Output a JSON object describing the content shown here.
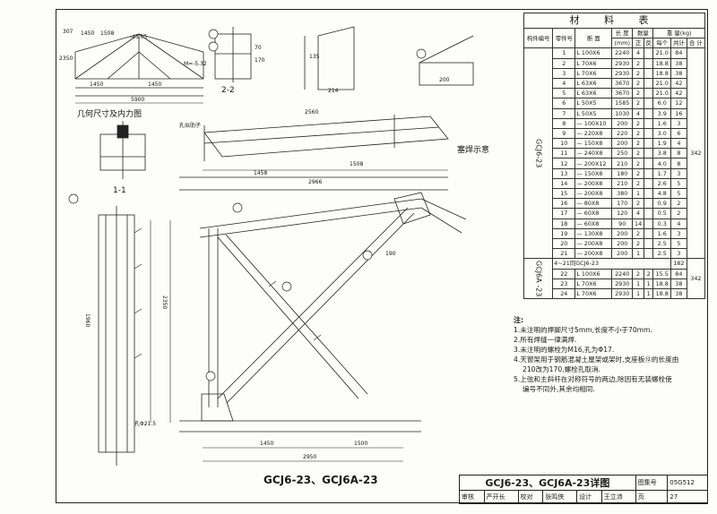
{
  "watermark": "",
  "drawing_title": "GCJ6-23、GCJ6A-23",
  "views": {
    "geometry_title": "几何尺寸及内力图",
    "section_1_1": "1-1",
    "section_2_2": "2-2",
    "plug_weld": "塞焊示意",
    "rib_note": "孔似肋子"
  },
  "material_table": {
    "title": "材 料 表",
    "headers": {
      "no_label": "构件编号",
      "part_label": "零件号",
      "section": "断 面",
      "length": "长 度",
      "length_unit": "(mm)",
      "count": "数量",
      "count_pos": "正",
      "count_neg": "反",
      "weight": "重 量(kg)",
      "weight_each": "每个",
      "weight_total": "共计",
      "weight_sum": "合 计"
    },
    "group1": "GCJ6-23",
    "group1_total": "342",
    "rows": [
      {
        "no": "1",
        "section": "L 100X6",
        "len": "2240",
        "pos": "4",
        "neg": "",
        "each": "21.0",
        "total": "84"
      },
      {
        "no": "2",
        "section": "L 70X6",
        "len": "2930",
        "pos": "2",
        "neg": "",
        "each": "18.8",
        "total": "38"
      },
      {
        "no": "3",
        "section": "L 70X6",
        "len": "2930",
        "pos": "2",
        "neg": "",
        "each": "18.8",
        "total": "38"
      },
      {
        "no": "4",
        "section": "L 63X6",
        "len": "3670",
        "pos": "2",
        "neg": "",
        "each": "21.0",
        "total": "42"
      },
      {
        "no": "5",
        "section": "L 63X6",
        "len": "3670",
        "pos": "2",
        "neg": "",
        "each": "21.0",
        "total": "42"
      },
      {
        "no": "6",
        "section": "L 50X5",
        "len": "1585",
        "pos": "2",
        "neg": "",
        "each": "6.0",
        "total": "12"
      },
      {
        "no": "7",
        "section": "L 50X5",
        "len": "1030",
        "pos": "4",
        "neg": "",
        "each": "3.9",
        "total": "16"
      },
      {
        "no": "8",
        "section": "— 100X10",
        "len": "200",
        "pos": "2",
        "neg": "",
        "each": "1.6",
        "total": "3"
      },
      {
        "no": "9",
        "section": "— 220X8",
        "len": "220",
        "pos": "2",
        "neg": "",
        "each": "3.0",
        "total": "6"
      },
      {
        "no": "10",
        "section": "— 150X8",
        "len": "200",
        "pos": "2",
        "neg": "",
        "each": "1.9",
        "total": "4"
      },
      {
        "no": "11",
        "section": "— 240X8",
        "len": "250",
        "pos": "2",
        "neg": "",
        "each": "3.8",
        "total": "8"
      },
      {
        "no": "12",
        "section": "— 200X12",
        "len": "210",
        "pos": "2",
        "neg": "",
        "each": "4.0",
        "total": "8"
      },
      {
        "no": "13",
        "section": "— 150X8",
        "len": "180",
        "pos": "2",
        "neg": "",
        "each": "1.7",
        "total": "3"
      },
      {
        "no": "14",
        "section": "— 200X8",
        "len": "210",
        "pos": "2",
        "neg": "",
        "each": "2.6",
        "total": "5"
      },
      {
        "no": "15",
        "section": "— 200X8",
        "len": "380",
        "pos": "1",
        "neg": "",
        "each": "4.8",
        "total": "5"
      },
      {
        "no": "16",
        "section": "— 80X8",
        "len": "170",
        "pos": "2",
        "neg": "",
        "each": "0.9",
        "total": "2"
      },
      {
        "no": "17",
        "section": "— 60X8",
        "len": "120",
        "pos": "4",
        "neg": "",
        "each": "0.5",
        "total": "2"
      },
      {
        "no": "18",
        "section": "— 60X8",
        "len": "90",
        "pos": "14",
        "neg": "",
        "each": "0.3",
        "total": "4"
      },
      {
        "no": "19",
        "section": "— 130X8",
        "len": "200",
        "pos": "2",
        "neg": "",
        "each": "1.6",
        "total": "3"
      },
      {
        "no": "20",
        "section": "— 200X8",
        "len": "200",
        "pos": "2",
        "neg": "",
        "each": "2.5",
        "total": "5"
      },
      {
        "no": "21",
        "section": "— 200X8",
        "len": "200",
        "pos": "1",
        "neg": "",
        "each": "2.5",
        "total": "3"
      }
    ],
    "group2": "GCJ6A -23",
    "group2_note": "4~21同GCJ6-23",
    "group2_note_total": "182",
    "group2_total": "342",
    "rows2": [
      {
        "no": "22",
        "section": "L 100X6",
        "len": "2240",
        "pos": "2",
        "neg": "2",
        "each": "15.5",
        "total": "84"
      },
      {
        "no": "23",
        "section": "L 70X6",
        "len": "2930",
        "pos": "1",
        "neg": "1",
        "each": "18.8",
        "total": "38"
      },
      {
        "no": "24",
        "section": "L 70X6",
        "len": "2930",
        "pos": "1",
        "neg": "1",
        "each": "18.8",
        "total": "38"
      }
    ]
  },
  "notes": {
    "title": "注:",
    "items": [
      "1.未注明的焊脚尺寸5mm,长度不小于70mm.",
      "2.所有焊缝一律满焊.",
      "3.未注明的螺栓为M16,孔为Φ17.",
      "4.天窗架用于钢筋混凝土屋架或架时,支座板⑫的长度由",
      "210改为170,螺栓孔取消.",
      "5.上弦和主斜杆在对称符号的两边,除因有无装螺栓使",
      "编号不同外,其余均相同."
    ]
  },
  "title_block": {
    "name": "GCJ6-23、GCJ6A-23详图",
    "atlas_label": "图集号",
    "atlas_no": "05G512",
    "review": "审核",
    "reviewer": "严开长",
    "check": "校对",
    "checker": "张鸣侠",
    "design": "设计",
    "designer": "王立沛",
    "page_label": "页",
    "page_no": "27"
  },
  "dims": {
    "g_1450a": "1450",
    "g_1508": "1508",
    "g_4505": "-45.05",
    "g_1450b": "1450",
    "g_1450c": "1450",
    "g_5900": "5900",
    "g_307": "307",
    "g_2350": "2350",
    "g_m": "M=-5.32",
    "d_2560": "2560",
    "d_1458": "1458",
    "d_1508": "1508",
    "d_2966": "2966",
    "d_1450": "1450",
    "d_1500": "1500",
    "d_2950": "2950",
    "d_2350": "2350",
    "d_1960": "1960",
    "d_190": "190",
    "d_hole": "孔Φ21.5",
    "d_214": "214",
    "d_200": "200",
    "d_135": "135",
    "d_70": "70",
    "d_170": "170"
  }
}
